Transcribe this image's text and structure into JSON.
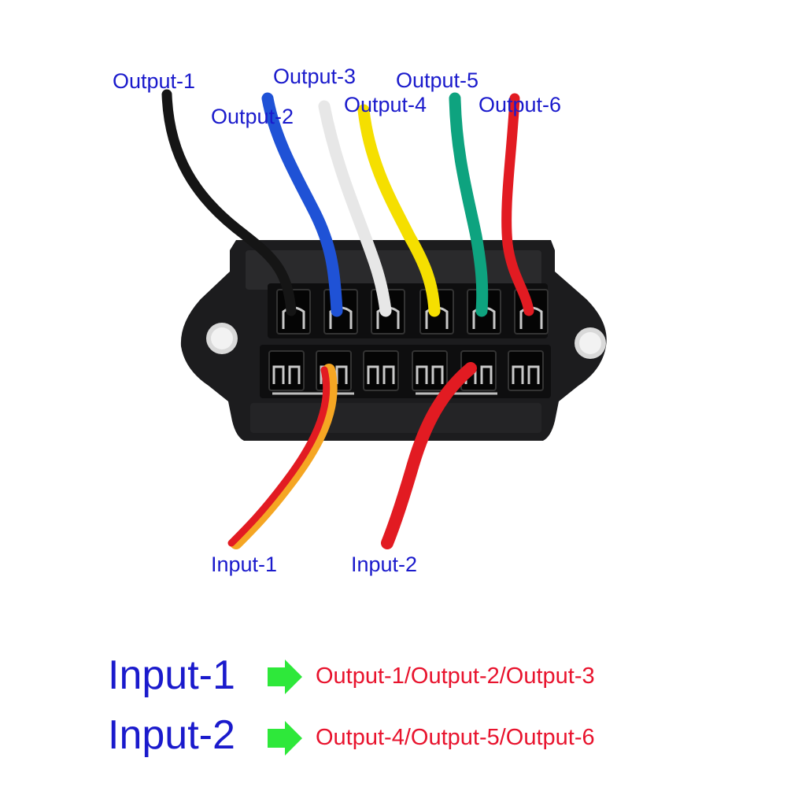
{
  "colors": {
    "label_blue": "#1a1acc",
    "map_red": "#e8132d",
    "arrow_green": "#2ee83a",
    "housing": "#1c1c1e",
    "wire_black": "#151515",
    "wire_blue": "#1f52d6",
    "wire_white": "#f4f4f4",
    "wire_yellow": "#f5df00",
    "wire_green": "#0ea37f",
    "wire_red": "#e21b22",
    "wire_orange": "#f5a623"
  },
  "outputs": [
    {
      "label": "Output-1",
      "wire_color": "black"
    },
    {
      "label": "Output-2",
      "wire_color": "blue"
    },
    {
      "label": "Output-3",
      "wire_color": "white"
    },
    {
      "label": "Output-4",
      "wire_color": "yellow"
    },
    {
      "label": "Output-5",
      "wire_color": "green"
    },
    {
      "label": "Output-6",
      "wire_color": "red"
    }
  ],
  "inputs": [
    {
      "label": "Input-1",
      "wire_color": "red/orange"
    },
    {
      "label": "Input-2",
      "wire_color": "red"
    }
  ],
  "mapping": [
    {
      "input": "Input-1",
      "outputs": "Output-1/Output-2/Output-3"
    },
    {
      "input": "Input-2",
      "outputs": "Output-4/Output-5/Output-6"
    }
  ],
  "icons": {
    "arrow": "right-arrow-icon"
  }
}
